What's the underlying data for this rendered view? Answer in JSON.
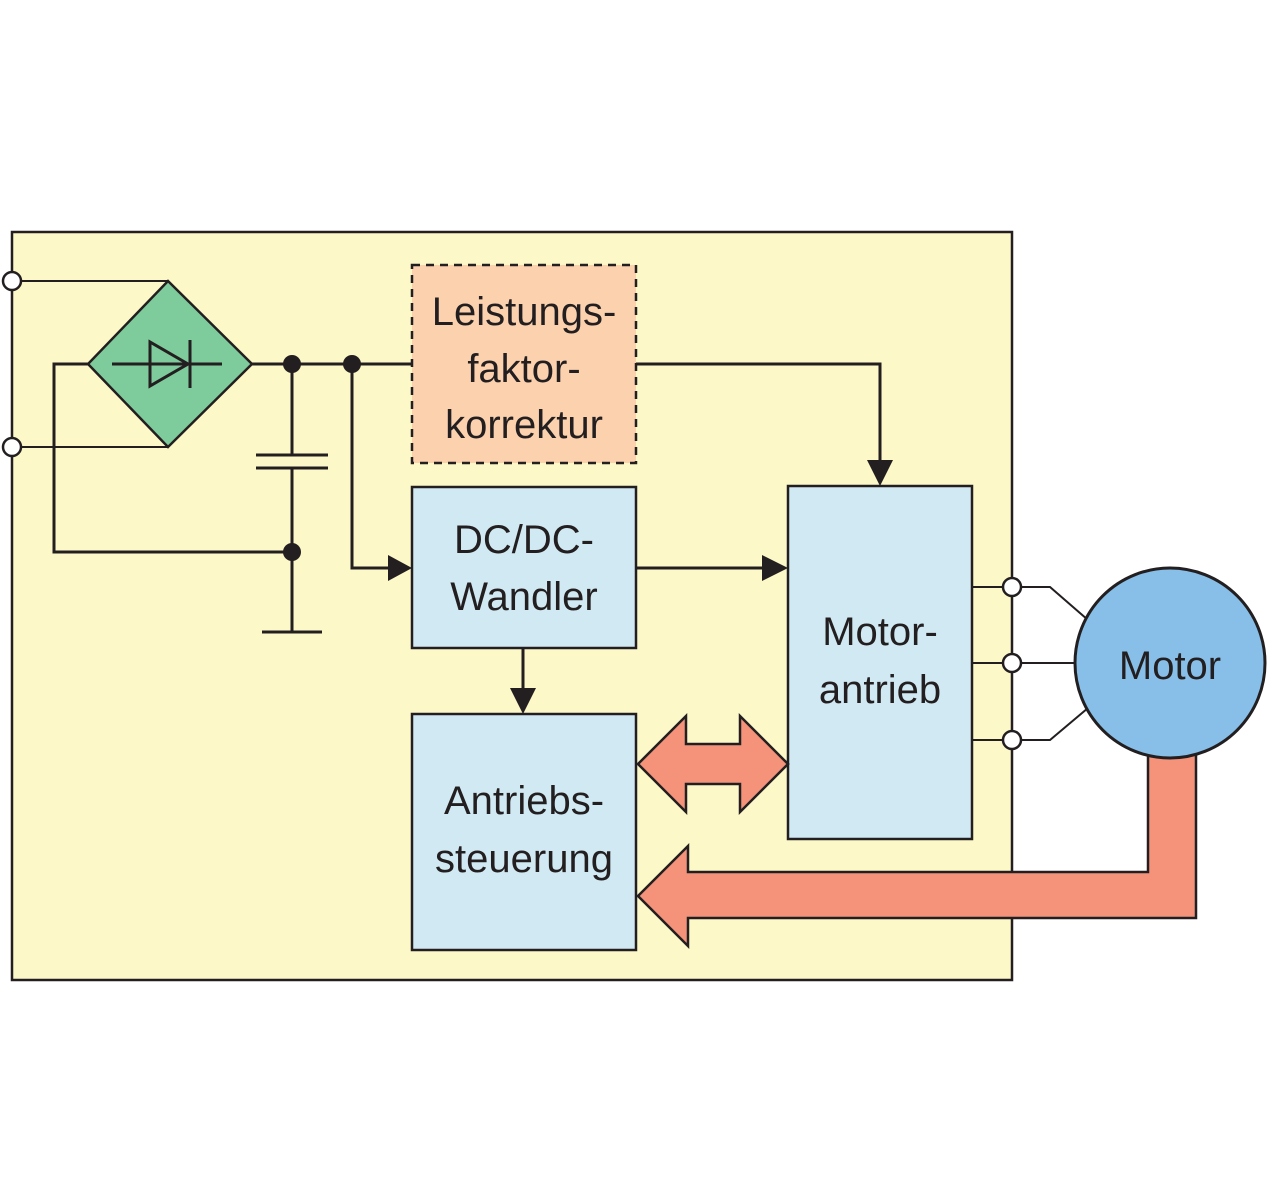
{
  "blocks": {
    "pfc": {
      "lines": [
        "Leistungs-",
        "faktor-",
        "korrektur"
      ],
      "fill": "#fbd1ae",
      "border": "#231f20"
    },
    "dcdc": {
      "lines": [
        "DC/DC-",
        "Wandler"
      ],
      "fill": "#d1e9f2"
    },
    "motor_drive": {
      "lines": [
        "Motor-",
        "antrieb"
      ],
      "fill": "#d1e9f2"
    },
    "drive_control": {
      "lines": [
        "Antriebs-",
        "steuerung"
      ],
      "fill": "#d1e9f2"
    },
    "motor": {
      "label": "Motor",
      "fill": "#87bfe9"
    }
  },
  "colors": {
    "board": "#fdf8c8",
    "rectifier": "#7ecb9b",
    "feedback_arrow": "#f4937a"
  },
  "icons": [
    "rectifier-bridge-icon",
    "diode-icon",
    "capacitor-icon",
    "ground-icon"
  ]
}
